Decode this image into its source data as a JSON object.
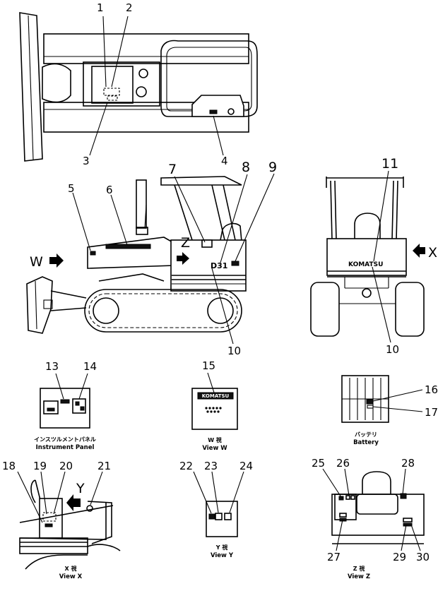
{
  "callouts": {
    "n1": "1",
    "n2": "2",
    "n3": "3",
    "n4": "4",
    "n5": "5",
    "n6": "6",
    "n7": "7",
    "n8": "8",
    "n9": "9",
    "n10a": "10",
    "n10b": "10",
    "n11": "11",
    "n13": "13",
    "n14": "14",
    "n15": "15",
    "n16": "16",
    "n17": "17",
    "n18": "18",
    "n19": "19",
    "n20": "20",
    "n21": "21",
    "n22": "22",
    "n23": "23",
    "n24": "24",
    "n25": "25",
    "n26": "26",
    "n27": "27",
    "n28": "28",
    "n29": "29",
    "n30": "30"
  },
  "arrows": {
    "w": "W",
    "z": "Z",
    "x": "X",
    "y": "Y"
  },
  "machine": {
    "model": "D31",
    "brand": "KOMATSU",
    "brand_plate": "KOMATSU"
  },
  "captions": {
    "instrument_jp": "インスツルメントパネル",
    "instrument_en": "Instrument  Panel",
    "view_w_jp": "W 視",
    "view_w_en": "View W",
    "battery_jp": "バッテリ",
    "battery_en": "Battery",
    "view_x_jp": "X 視",
    "view_x_en": "View X",
    "view_y_jp": "Y 視",
    "view_y_en": "View Y",
    "view_z_jp": "Z 視",
    "view_z_en": "View Z"
  }
}
